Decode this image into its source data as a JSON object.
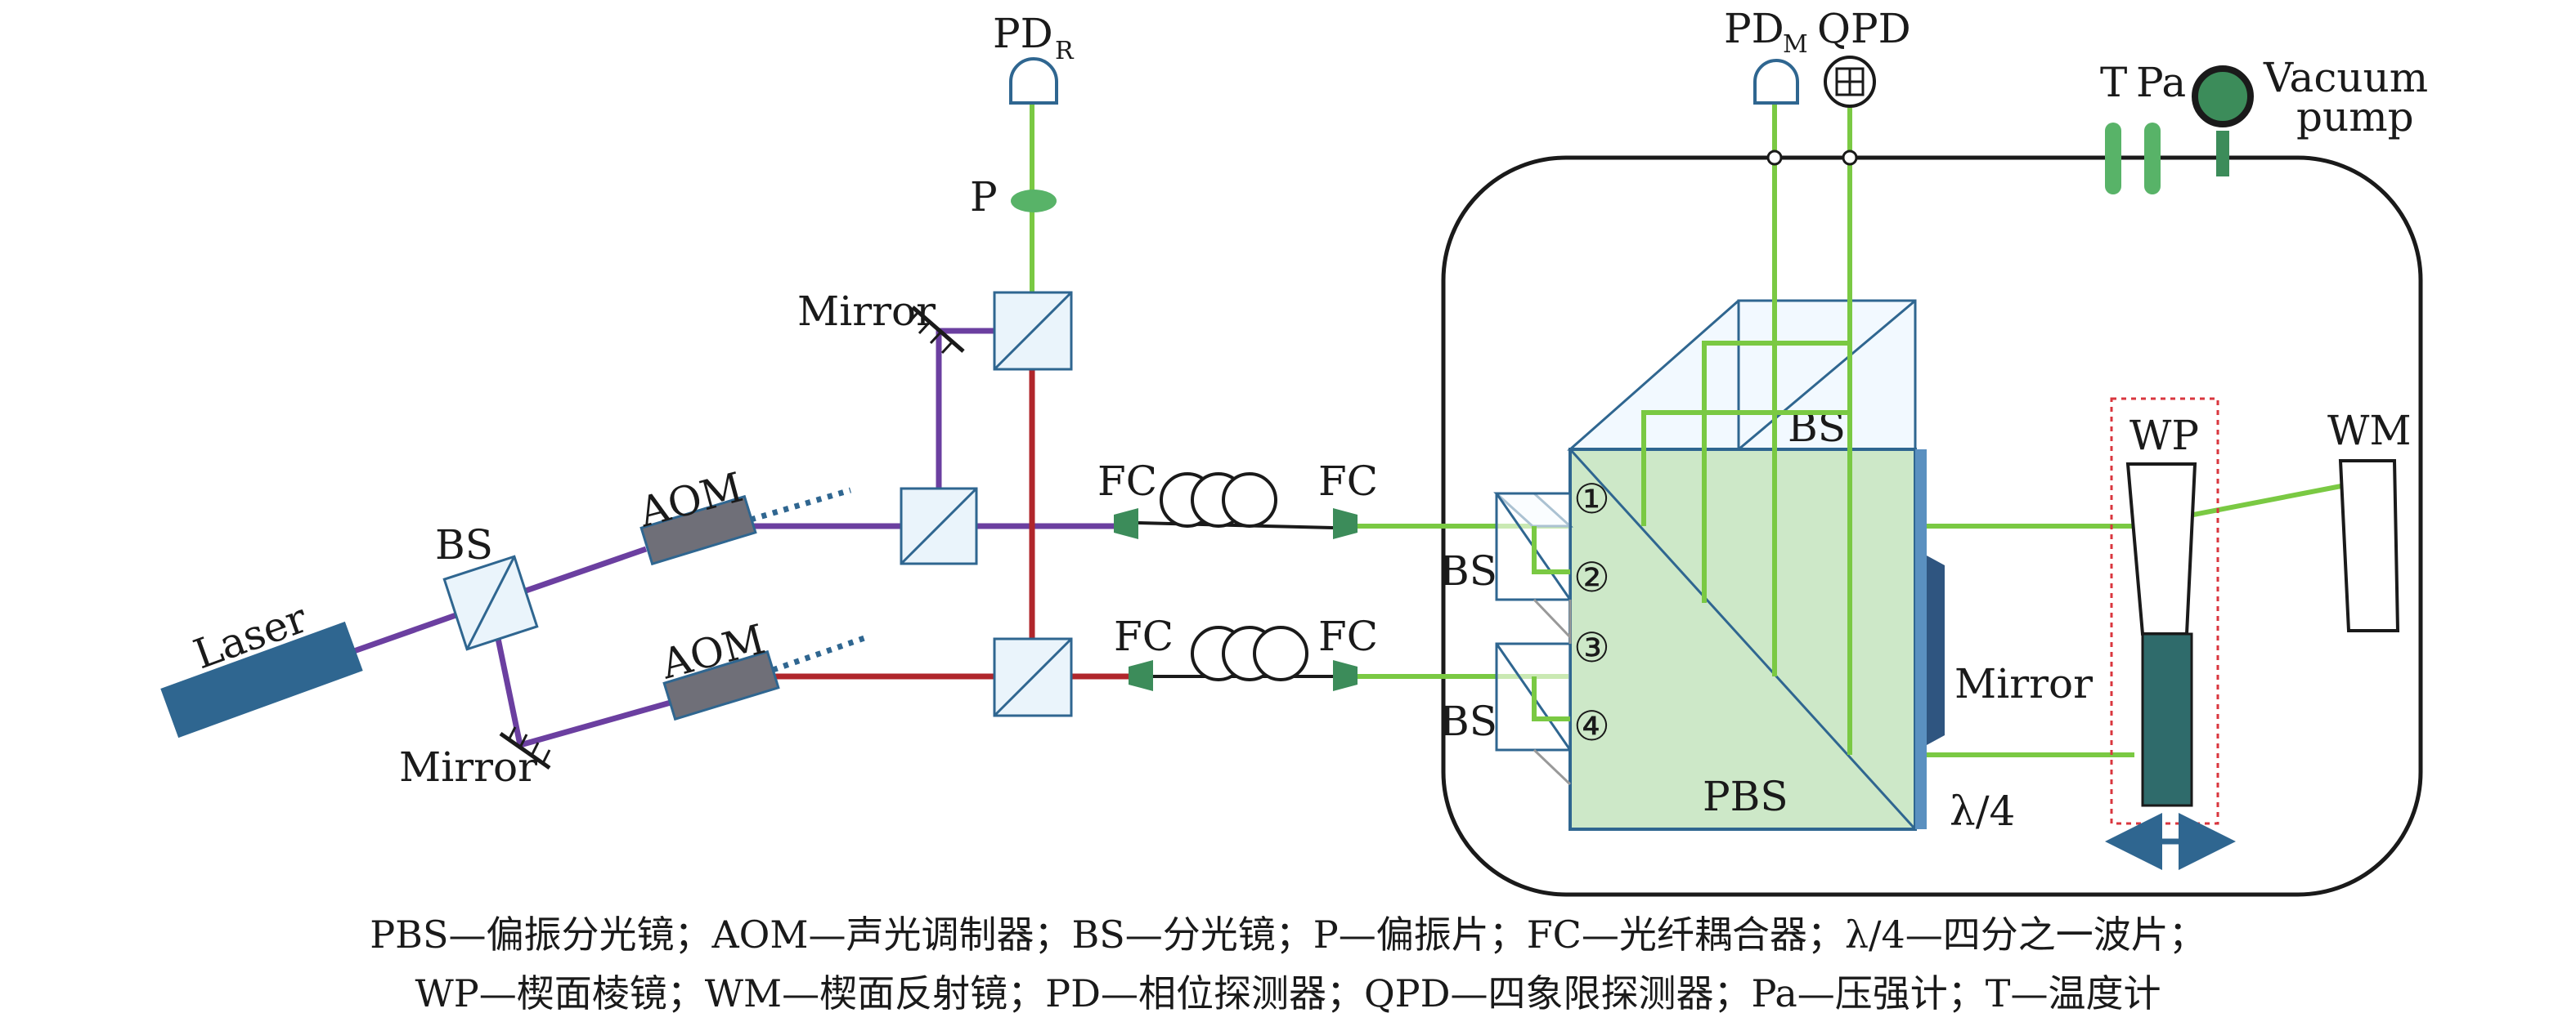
{
  "labels": {
    "pd_r_main": "PD",
    "pd_r_sub": "R",
    "pd_m_main": "PD",
    "pd_m_sub": "M",
    "qpd": "QPD",
    "t": "T",
    "pa": "Pa",
    "vacuum_line1": "Vacuum",
    "vacuum_line2": "pump",
    "p": "P",
    "mirror_top": "Mirror",
    "mirror_bottom": "Mirror",
    "mirror_right": "Mirror",
    "laser": "Laser",
    "bs_left": "BS",
    "aom_top": "AOM",
    "aom_bottom": "AOM",
    "fc_1": "FC",
    "fc_2": "FC",
    "fc_3": "FC",
    "fc_4": "FC",
    "bs_top_cube": "BS",
    "bs_right_1": "BS",
    "bs_right_2": "BS",
    "port_1": "①",
    "port_2": "②",
    "port_3": "③",
    "port_4": "④",
    "pbs": "PBS",
    "lambda4": "λ/4",
    "wp": "WP",
    "wm": "WM"
  },
  "caption": {
    "line1": "PBS—偏振分光镜；AOM—声光调制器；BS—分光镜；P—偏振片；FC—光纤耦合器；λ/4—四分之一波片；",
    "line2": "WP—楔面棱镜；WM—楔面反射镜；PD—相位探测器；QPD—四象限探测器；Pa—压强计；T—温度计"
  },
  "colors": {
    "purple_beam": "#6b3fa0",
    "red_beam": "#b0262b",
    "green_beam": "#7ac943",
    "pbs_fill": "#cde8c8",
    "component_blue": "#2f6690",
    "aom_gray": "#6f6f78",
    "wp_dark": "#2f6b6b"
  }
}
